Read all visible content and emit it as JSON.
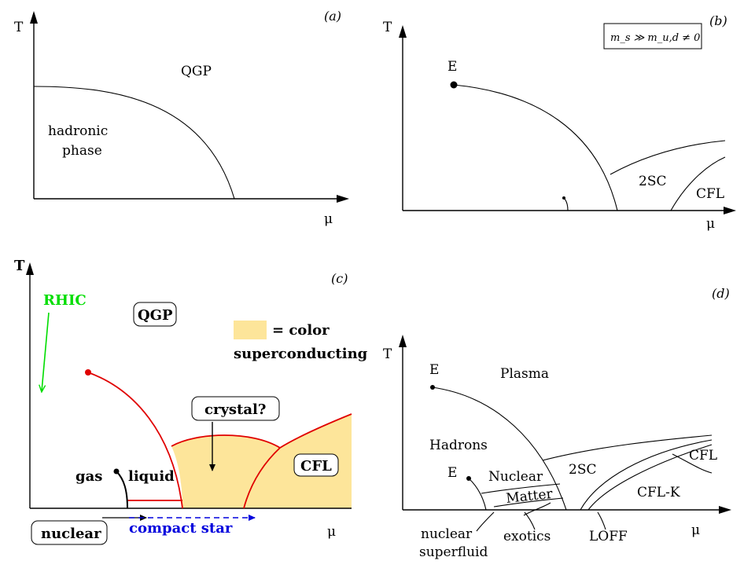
{
  "panel_a": {
    "tag": "(a)",
    "t_axis": "T",
    "mu_axis": "μ",
    "qgp": "QGP",
    "hadronic_line1": "hadronic",
    "hadronic_line2": "phase"
  },
  "panel_b": {
    "tag": "(b)",
    "t_axis": "T",
    "mu_axis": "μ",
    "mass_box": "m_s ≫ m_u,d ≠ 0",
    "point_e": "E",
    "phase_2sc": "2SC",
    "phase_cfl": "CFL"
  },
  "panel_c": {
    "tag": "(c)",
    "t_axis": "T",
    "mu_axis": "μ",
    "rhic": "RHIC",
    "qgp": "QGP",
    "legend_eq": "= color",
    "legend_line2": "superconducting",
    "crystal": "crystal?",
    "cfl": "CFL",
    "gas": "gas",
    "liquid": "liquid",
    "nuclear": "nuclear",
    "compact_star": "compact star",
    "colors": {
      "phase_line": "#e00000",
      "superconducting_fill": "#fde59a",
      "rhic_arrow": "#00dd00",
      "compact_star": "#0000dd"
    }
  },
  "panel_d": {
    "tag": "(d)",
    "t_axis": "T",
    "mu_axis": "μ",
    "plasma": "Plasma",
    "hadrons": "Hadrons",
    "e_upper": "E",
    "e_lower": "E",
    "nuclear": "Nuclear",
    "matter": "Matter",
    "phase_2sc": "2SC",
    "cfl": "CFL",
    "cfl_k": "CFL-K",
    "nuclear_superfluid_line1": "nuclear",
    "nuclear_superfluid_line2": "superfluid",
    "exotics": "exotics",
    "loff": "LOFF"
  }
}
